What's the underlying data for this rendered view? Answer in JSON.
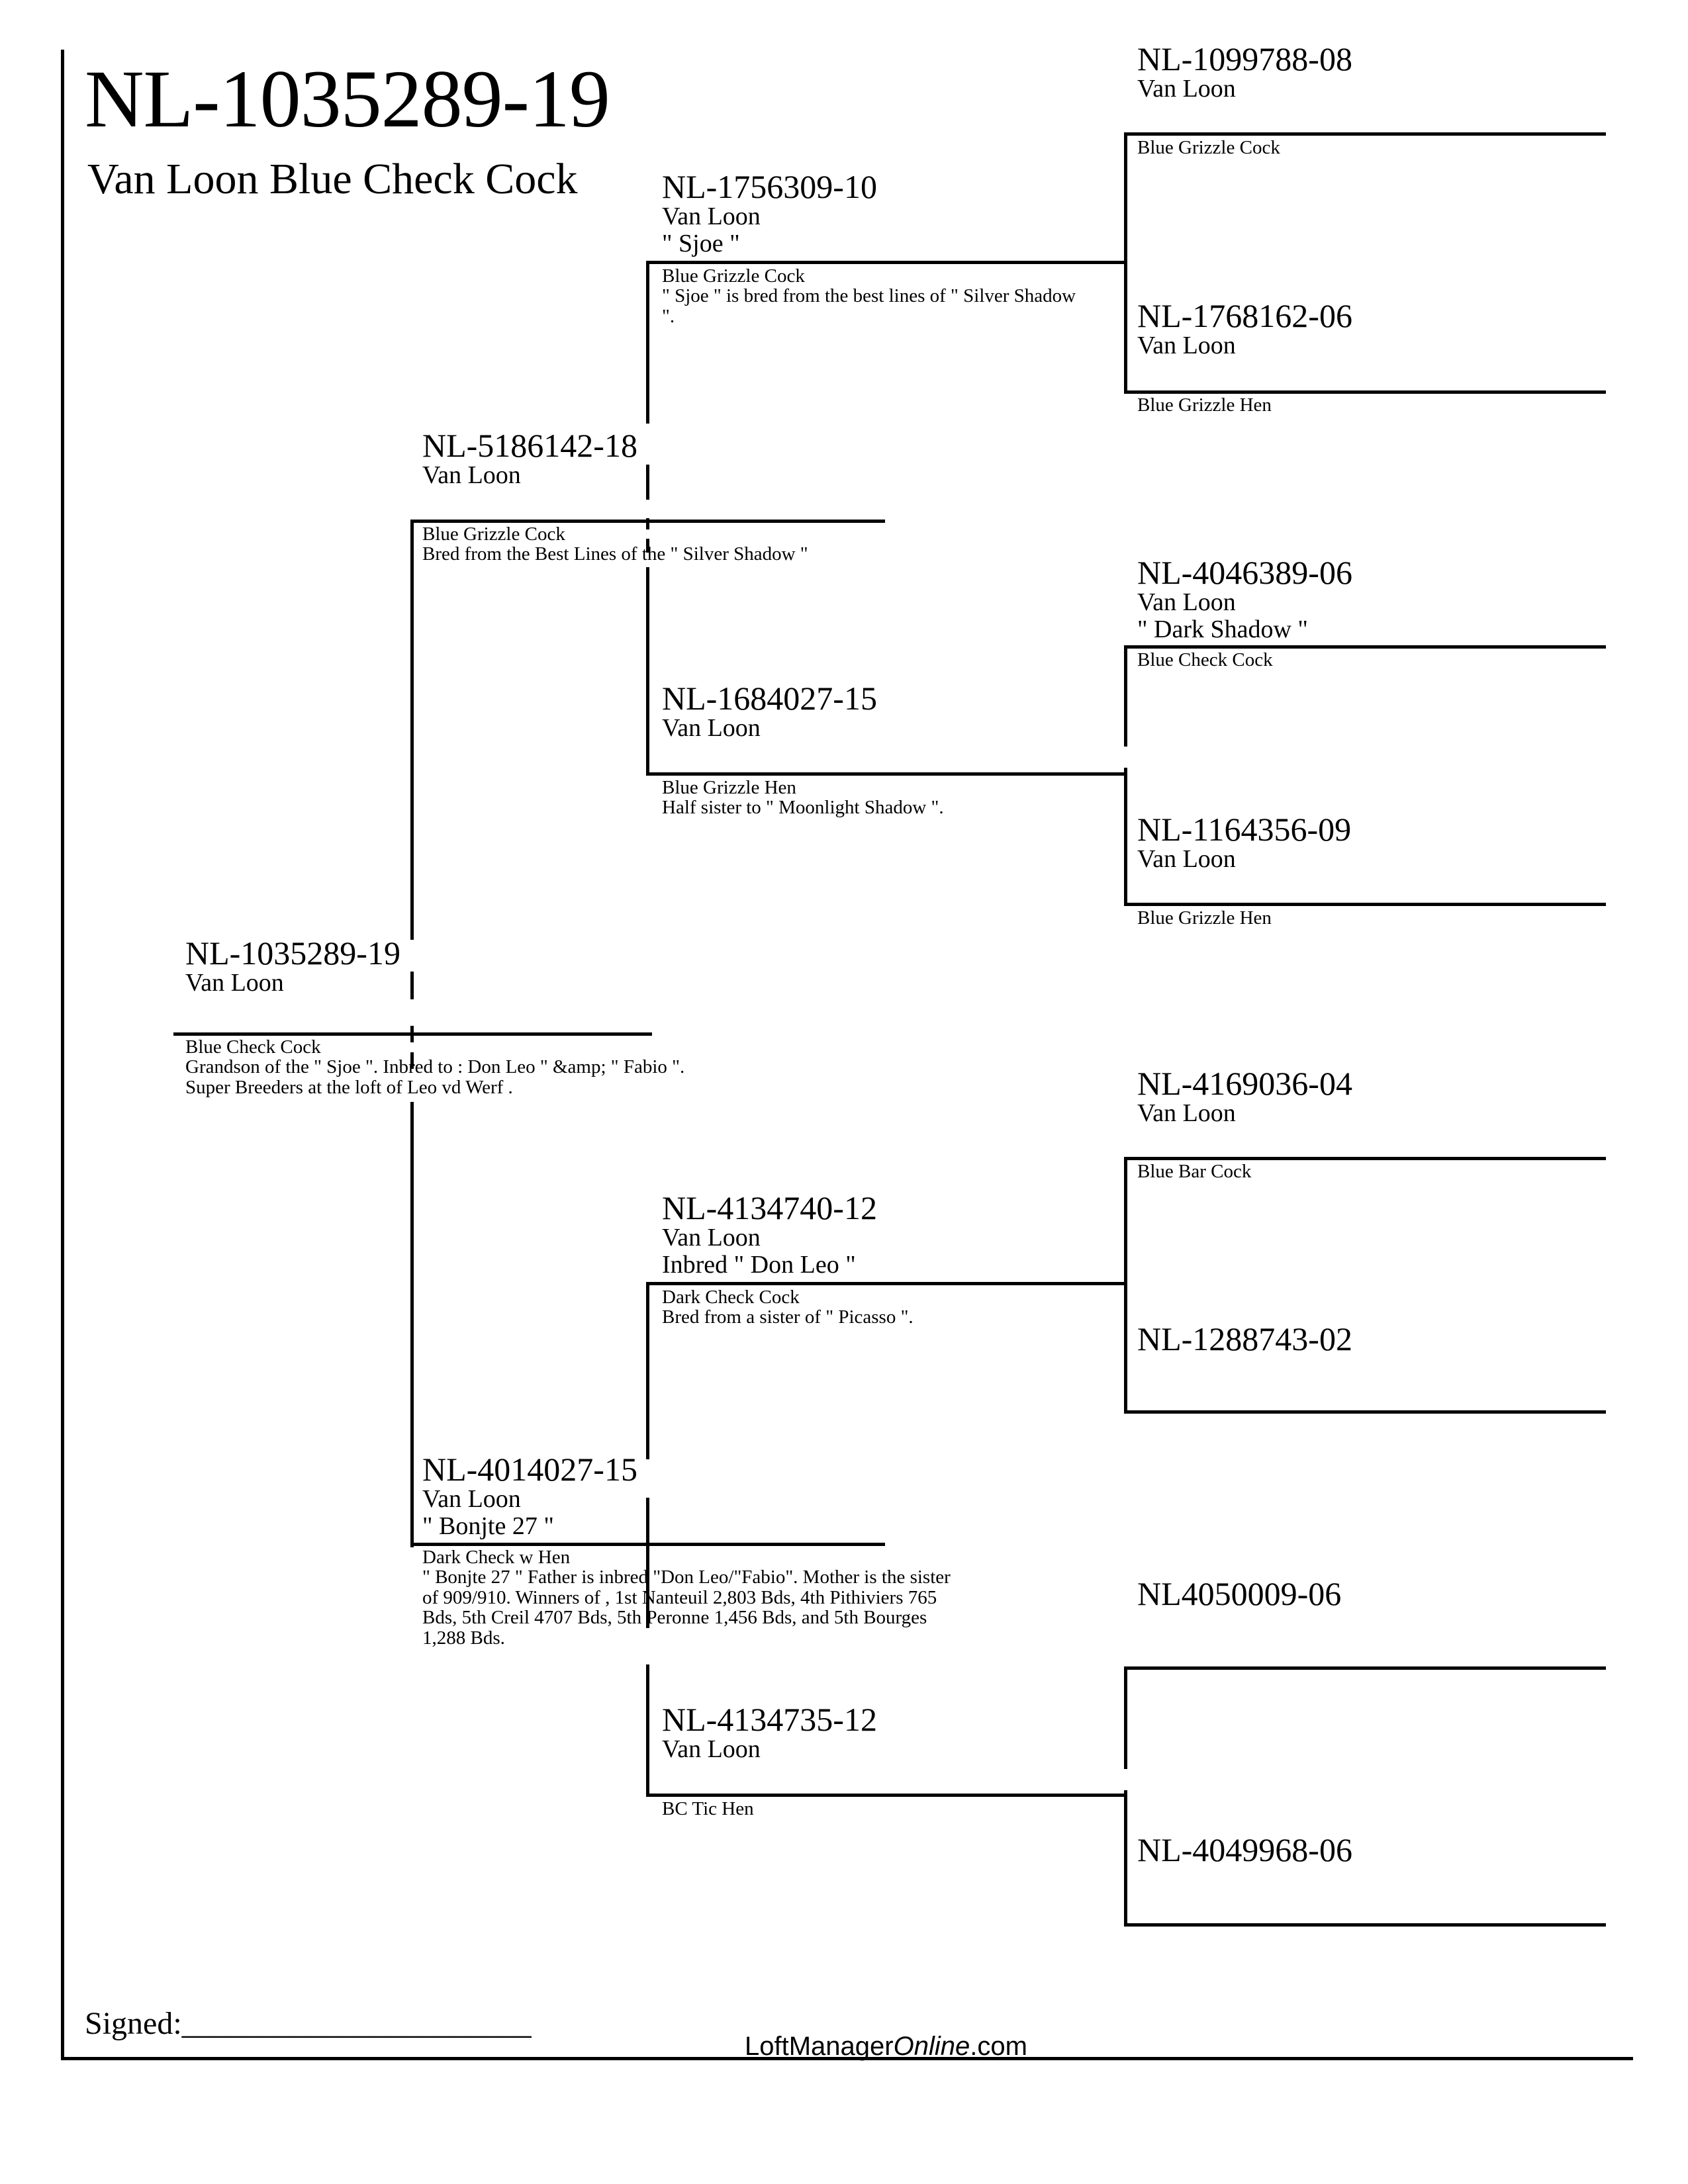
{
  "header": {
    "ring": "NL-1035289-19",
    "title": "Van Loon Blue Check Cock"
  },
  "subject": {
    "ring": "NL-1035289-19",
    "owner": "Van Loon",
    "color": "Blue Check Cock",
    "note": "Grandson of the \" Sjoe \". Inbred to : Don Leo \" &amp; \" Fabio \". Super Breeders at the loft of Leo vd Werf ."
  },
  "sire": {
    "ring": "NL-5186142-18",
    "owner": "Van Loon",
    "color": "Blue Grizzle Cock",
    "note": "Bred from the Best Lines of the \" Silver Shadow \""
  },
  "dam": {
    "ring": "NL-4014027-15",
    "owner": "Van Loon",
    "name": "\" Bonjte 27 \"",
    "color": "Dark Check w Hen",
    "note": "\" Bonjte 27 \" Father is inbred \"Don Leo/\"Fabio\". Mother is the sister of 909/910. Winners of , 1st Nanteuil 2,803 Bds, 4th Pithiviers 765 Bds, 5th Creil 4707 Bds, 5th Peronne 1,456 Bds, and 5th Bourges 1,288 Bds."
  },
  "grandparents": {
    "sire_sire": {
      "ring": "NL-1756309-10",
      "owner": "Van Loon",
      "name": "\" Sjoe \"",
      "color": "Blue Grizzle Cock",
      "note": "\" Sjoe \" is bred from the best lines of \" Silver Shadow \"."
    },
    "sire_dam": {
      "ring": "NL-1684027-15",
      "owner": "Van Loon",
      "color": "Blue Grizzle Hen",
      "note": "Half sister to \" Moonlight Shadow \"."
    },
    "dam_sire": {
      "ring": "NL-4134740-12",
      "owner": "Van Loon",
      "name": "Inbred \" Don Leo \"",
      "color": "Dark Check Cock",
      "note": "Bred from a sister of \" Picasso \"."
    },
    "dam_dam": {
      "ring": "NL-4134735-12",
      "owner": "Van Loon",
      "color": "BC Tic Hen"
    }
  },
  "great_grandparents": [
    {
      "ring": "NL-1099788-08",
      "owner": "Van Loon",
      "color": "Blue Grizzle Cock"
    },
    {
      "ring": "NL-1768162-06",
      "owner": "Van Loon",
      "color": "Blue Grizzle Hen"
    },
    {
      "ring": "NL-4046389-06",
      "owner": "Van Loon",
      "name": "\" Dark Shadow \"",
      "color": "Blue Check Cock"
    },
    {
      "ring": "NL-1164356-09",
      "owner": "Van Loon",
      "color": "Blue Grizzle Hen"
    },
    {
      "ring": "NL-4169036-04",
      "owner": "Van Loon",
      "color": "Blue Bar Cock"
    },
    {
      "ring": "NL-1288743-02"
    },
    {
      "ring": "NL4050009-06"
    },
    {
      "ring": "NL-4049968-06"
    }
  ],
  "footer": {
    "signed_label": "Signed:",
    "signature_line": "______________________",
    "brand_main": "LoftManager",
    "brand_italic": "Online",
    "brand_suffix": ".com"
  }
}
